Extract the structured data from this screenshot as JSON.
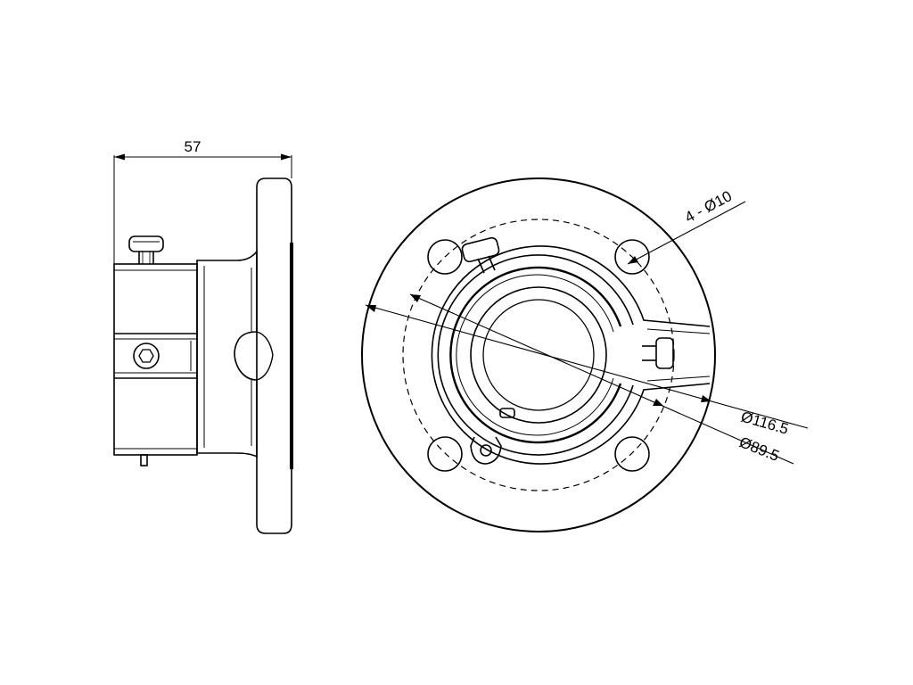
{
  "drawing": {
    "side_view": {
      "width_dimension": "57"
    },
    "front_view": {
      "hole_callout": "4 - Ø10",
      "outer_diameter": "Ø116.5",
      "bolt_circle_diameter": "Ø89.5"
    }
  },
  "colors": {
    "line": "#000000",
    "background": "#ffffff"
  }
}
